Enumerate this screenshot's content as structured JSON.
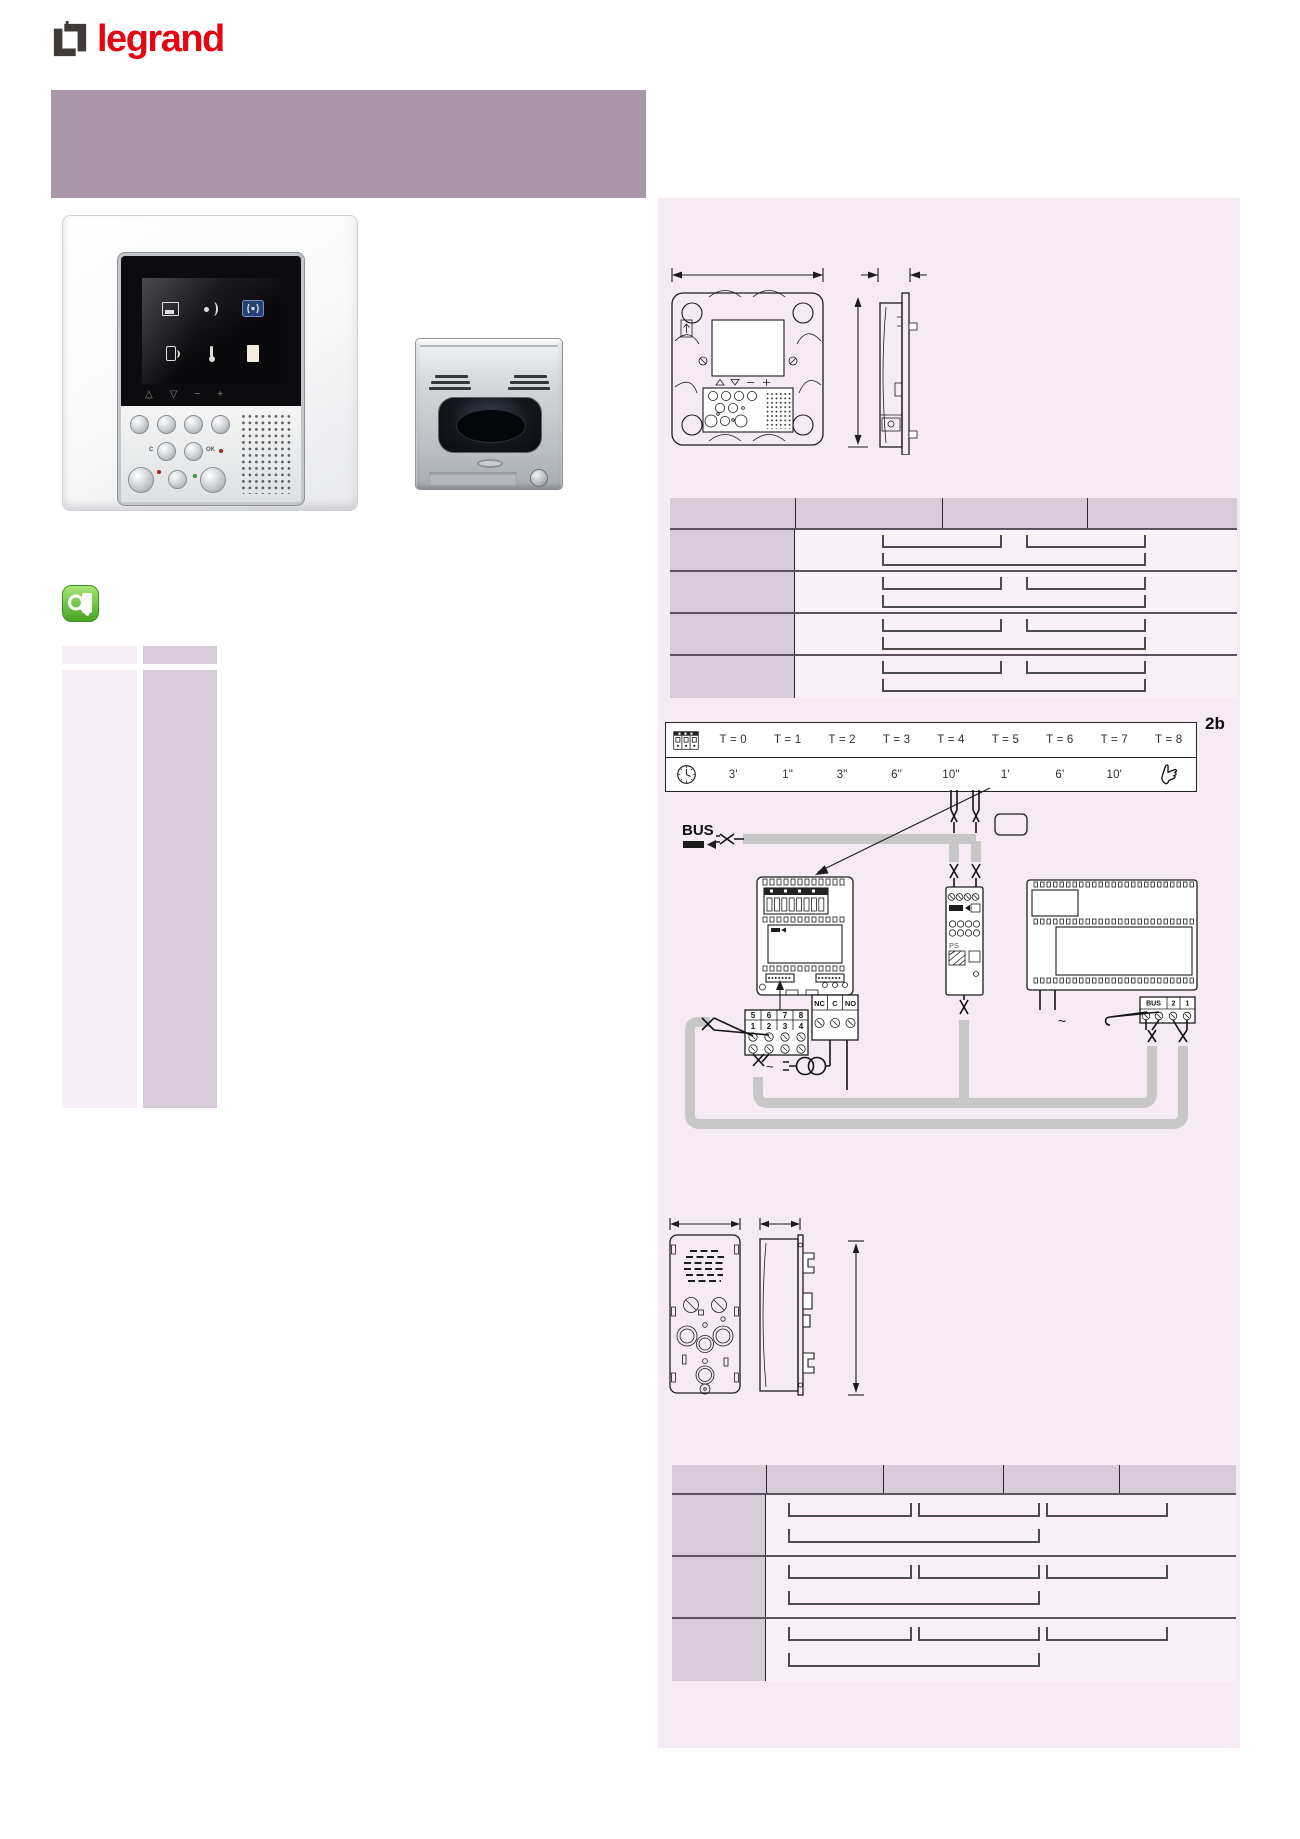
{
  "brand": {
    "logo_text": "legrand"
  },
  "video_unit_keypad": {
    "clear_label": "C",
    "ok_label": "OK"
  },
  "timer_table": {
    "figure_label": "2b",
    "switch_row": [
      "T = 0",
      "T = 1",
      "T = 2",
      "T = 3",
      "T = 4",
      "T = 5",
      "T = 6",
      "T = 7",
      "T = 8"
    ],
    "time_row": [
      "3'",
      "1\"",
      "3\"",
      "6\"",
      "10\"",
      "1'",
      "6'",
      "10'"
    ]
  },
  "wiring_diagram": {
    "bus_label": "BUS",
    "power_supply_label": "PS",
    "ac_symbol": "~",
    "terminal_block_row1": [
      "5",
      "6",
      "7",
      "8"
    ],
    "terminal_block_row2": [
      "1",
      "2",
      "3",
      "4"
    ],
    "relay_contact_labels": [
      "NC",
      "C",
      "NO"
    ],
    "bus_terminal_labels": [
      "BUS",
      "2",
      "1"
    ]
  }
}
